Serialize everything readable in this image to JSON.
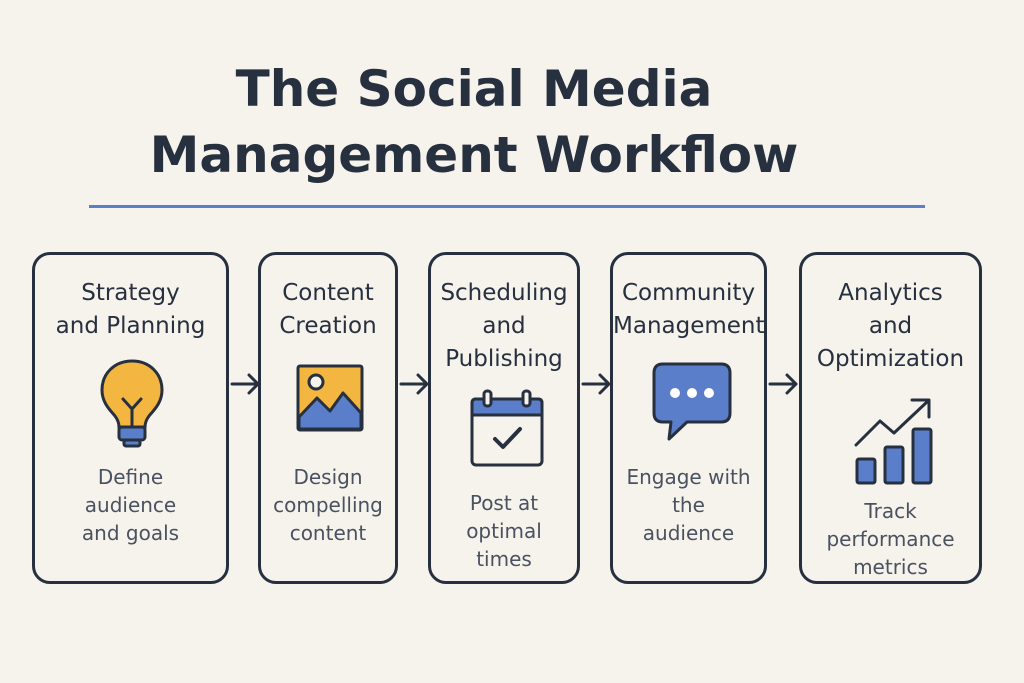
{
  "title": {
    "line1": "The Social Media",
    "line2": "Management Workflow"
  },
  "steps": [
    {
      "title": [
        "Strategy",
        "and Planning"
      ],
      "icon": "lightbulb-icon",
      "description": [
        "Define",
        "audience",
        "and goals"
      ]
    },
    {
      "title": [
        "Content",
        "Creation"
      ],
      "icon": "image-icon",
      "description": [
        "Design",
        "compelling",
        "content"
      ]
    },
    {
      "title": [
        "Scheduling",
        "and",
        "Publishing"
      ],
      "icon": "calendar-check-icon",
      "description": [
        "Post at",
        "optimal",
        "times"
      ]
    },
    {
      "title": [
        "Community",
        "Management"
      ],
      "icon": "chat-bubble-icon",
      "description": [
        "Engage with",
        "the",
        "audience"
      ]
    },
    {
      "title": [
        "Analytics",
        "and",
        "Optimization"
      ],
      "icon": "growth-chart-icon",
      "description": [
        "Track",
        "performance",
        "metrics"
      ]
    }
  ],
  "colors": {
    "background": "#f6f2ec",
    "ink": "#27303f",
    "accent_blue": "#5a7ec9",
    "accent_yellow": "#f3b640"
  }
}
